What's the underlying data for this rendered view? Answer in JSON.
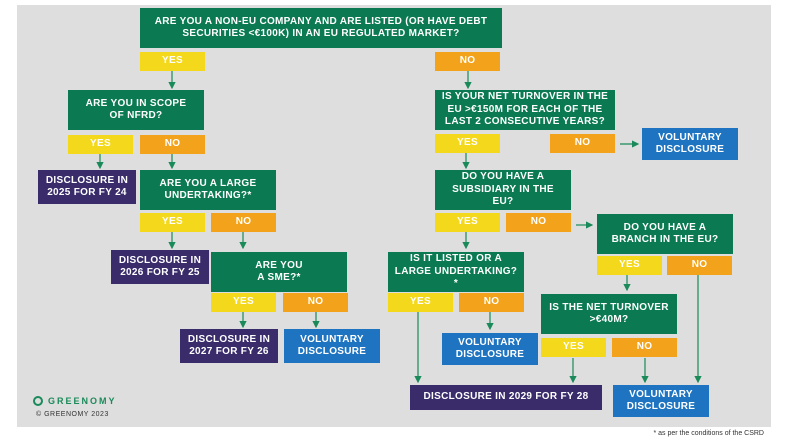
{
  "questions": {
    "q1": "ARE YOU A NON-EU COMPANY AND ARE LISTED (OR HAVE DEBT SECURITIES <€100K) IN AN EU REGULATED MARKET?",
    "q_nfrd": "ARE YOU IN SCOPE\nOF NFRD?",
    "q_large": "ARE YOU A LARGE\nUNDERTAKING?*",
    "q_sme": "ARE YOU\nA SME?*",
    "q_turnover": "IS YOUR NET TURNOVER IN THE\nEU >€150M FOR EACH OF THE\nLAST 2 CONSECUTIVE YEARS?",
    "q_subsidiary": "DO YOU HAVE A\nSUBSIDIARY IN THE EU?",
    "q_branch": "DO YOU HAVE A\nBRANCH IN THE EU?",
    "q_listed": "IS IT LISTED OR A\nLARGE UNDERTAKING?*",
    "q_net40": "IS THE NET TURNOVER\n>€40M?"
  },
  "answers": {
    "yes": "YES",
    "no": "NO"
  },
  "outcomes": {
    "d2025": "DISCLOSURE IN\n2025 FOR FY 24",
    "d2026": "DISCLOSURE IN\n2026 FOR FY 25",
    "d2027": "DISCLOSURE IN\n2027 FOR FY 26",
    "d2029": "DISCLOSURE IN 2029 FOR FY 28",
    "voluntary": "VOLUNTARY\nDISCLOSURE"
  },
  "brand": {
    "name": "GREENOMY",
    "copyright": "© GREENOMY 2023"
  },
  "footnote": "* as per the conditions of the CSRD",
  "colors": {
    "question": "#0b7a52",
    "yes": "#f4d81b",
    "no": "#f2a31b",
    "disclosure": "#3a2c6b",
    "voluntary": "#1f74c1",
    "arrow": "#1a8a5a"
  }
}
